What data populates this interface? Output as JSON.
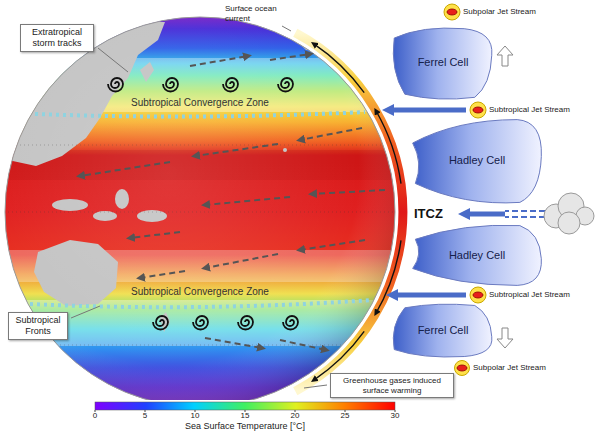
{
  "diagram": {
    "nodes": [
      {
        "text": [
          "Extratropical storm tracks"
        ]
      },
      {
        "text": [
          "Ferrel Cell"
        ]
      },
      {
        "text": [
          "Hadley Cell"
        ]
      },
      {
        "text": [
          "Hadley Cell"
        ]
      },
      {
        "text": [
          "Ferrel Cell"
        ]
      },
      {
        "text": [
          "Subtropical Fronts"
        ]
      },
      {
        "text": [
          "Greenhouse gases induced surface warming"
        ]
      }
    ],
    "labels": [
      "Surface ocean current",
      "Subpolar Jet Stream",
      "Subtropical Convergence Zone",
      "Subtropical Jet Stream",
      "ITCZ",
      "Subtropical Convergence Zone",
      "Subtropical Jet Stream",
      "Subpolar Jet Stream",
      "0",
      "5",
      "10",
      "15",
      "20",
      "25",
      "30",
      "Sea Surface Temperature [°C]"
    ]
  }
}
